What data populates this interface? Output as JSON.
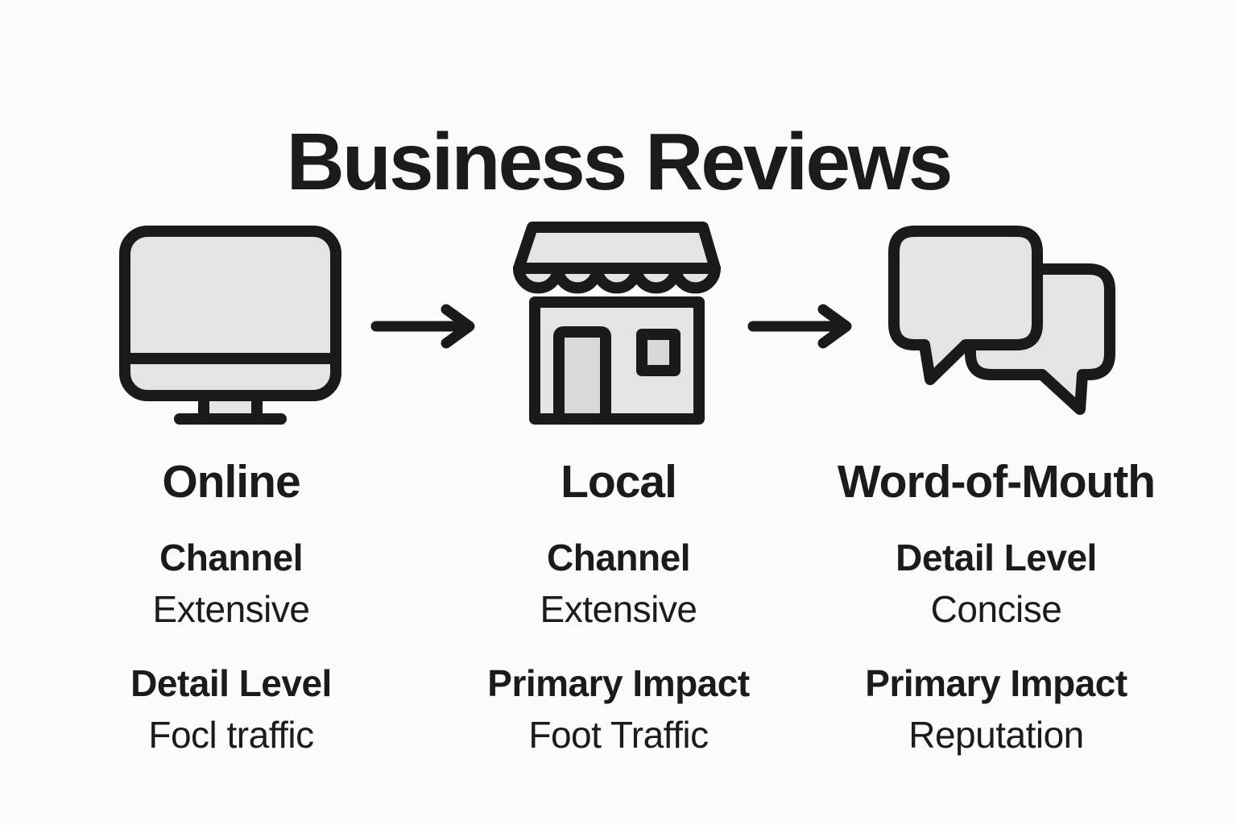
{
  "title": "Business Reviews",
  "connector": {
    "icon": "arrow-right-icon",
    "glyph": "→"
  },
  "columns": [
    {
      "icon": "monitor-icon",
      "heading": "Online",
      "attributes": [
        {
          "label": "Channel",
          "value": "Extensive"
        },
        {
          "label": "Detail Level",
          "value": "Focl traffic"
        }
      ]
    },
    {
      "icon": "storefront-icon",
      "heading": "Local",
      "attributes": [
        {
          "label": "Channel",
          "value": "Extensive"
        },
        {
          "label": "Primary Impact",
          "value": "Foot Traffic"
        }
      ]
    },
    {
      "icon": "speech-bubbles-icon",
      "heading": "Word-of-Mouth",
      "attributes": [
        {
          "label": "Detail Level",
          "value": "Concise"
        },
        {
          "label": "Primary Impact",
          "value": "Reputation"
        }
      ]
    }
  ],
  "colors": {
    "background": "#fbfbfb",
    "outline": "#1a1a1a",
    "icon_fill": "#e4e4e4",
    "icon_fill_dark": "#d8d8d8",
    "text": "#1b1b1b"
  }
}
